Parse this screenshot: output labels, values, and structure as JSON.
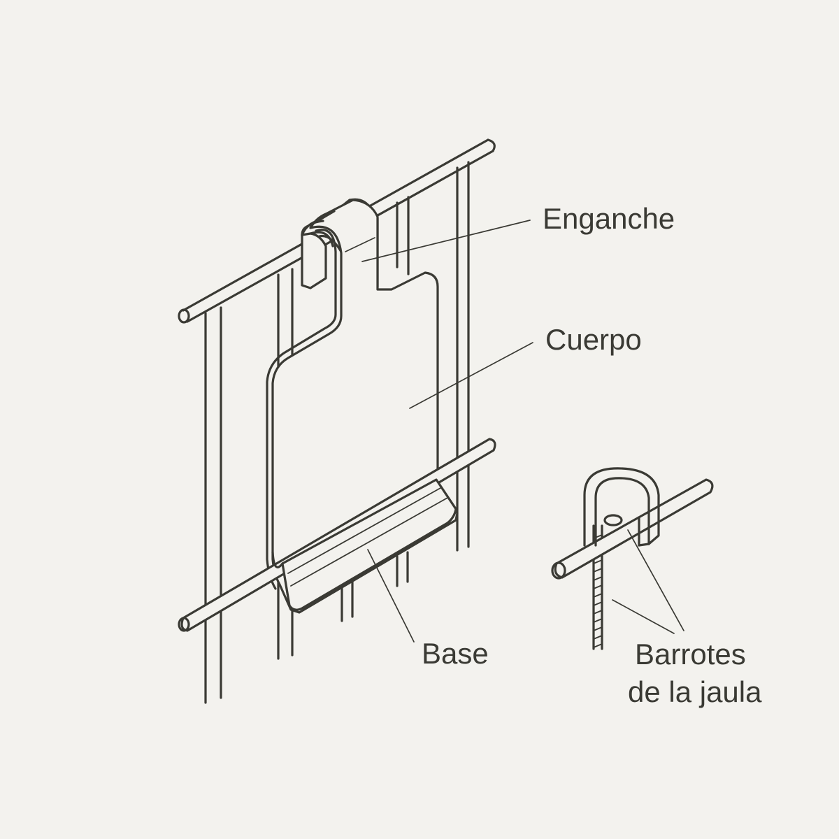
{
  "labels": {
    "hook": "Enganche",
    "body": "Cuerpo",
    "base": "Base",
    "bars_line1": "Barrotes",
    "bars_line2": "de la jaula"
  },
  "colors": {
    "background": "#f3f2ee",
    "ink": "#3a3a34"
  }
}
